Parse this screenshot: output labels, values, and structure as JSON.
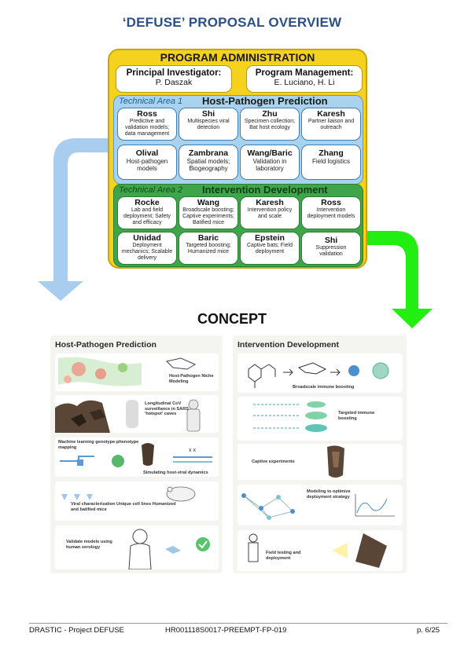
{
  "title": "‘DEFUSE’ PROPOSAL OVERVIEW",
  "org": {
    "heading": "PROGRAM ADMINISTRATION",
    "pi": {
      "role": "Principal Investigator:",
      "name": "P. Daszak"
    },
    "pm": {
      "role": "Program Management:",
      "name": "E. Luciano, H. Li"
    },
    "ta1": {
      "tag": "Technical Area 1",
      "name": "Host-Pathogen Prediction",
      "people": [
        {
          "name": "Ross",
          "desc": "Predictive and validation models; data management"
        },
        {
          "name": "Shi",
          "desc": "Multispecies viral detection"
        },
        {
          "name": "Zhu",
          "desc": "Specimen collection; Bat host ecology"
        },
        {
          "name": "Karesh",
          "desc": "Partner liaison and outreach"
        },
        {
          "name": "Olival",
          "desc": "Host-pathogen models"
        },
        {
          "name": "Zambrana",
          "desc": "Spatial models; Biogeography"
        },
        {
          "name": "Wang/Baric",
          "desc": "Validation in laboratory"
        },
        {
          "name": "Zhang",
          "desc": "Field logistics"
        }
      ]
    },
    "ta2": {
      "tag": "Technical Area 2",
      "name": "Intervention Development",
      "people": [
        {
          "name": "Rocke",
          "desc": "Lab and field deployment; Safety and efficacy"
        },
        {
          "name": "Wang",
          "desc": "Broadscale boosting; Captive experiments; Batified mice"
        },
        {
          "name": "Karesh",
          "desc": "Intervention policy and scale"
        },
        {
          "name": "Ross",
          "desc": "Intervention deployment models"
        },
        {
          "name": "Unidad",
          "desc": "Deployment mechanics; Scalable delivery"
        },
        {
          "name": "Baric",
          "desc": "Targeted boosting; Humanized mice"
        },
        {
          "name": "Epstein",
          "desc": "Captive bats; Field deployment"
        },
        {
          "name": "Shi",
          "desc": "Suppression validation"
        }
      ]
    }
  },
  "concept": {
    "title": "CONCEPT",
    "left": {
      "title": "Host-Pathogen Prediction",
      "captions": [
        "Host-Pathogen Niche Modeling",
        "Longitudinal CoV surveillance in SARS 'hotspot' caves",
        "Machine learning genotype-phenotype mapping",
        "Simulating host-viral dynamics",
        "Viral characterization Unique cell lines Humanized and batified mice",
        "Validate models using human serology"
      ]
    },
    "right": {
      "title": "Intervention Development",
      "captions": [
        "Broadscale immune boosting",
        "Targeted immune boosting",
        "Captive experiments",
        "Modeling to optimize deployment strategy",
        "Field testing and deployment"
      ]
    }
  },
  "footer": {
    "left": "DRASTIC - Project DEFUSE",
    "center": "HR001118S0017-PREEMPT-FP-019",
    "right": "p. 6/25"
  },
  "colors": {
    "title": "#2a4f8a",
    "admin": "#f5d21e",
    "ta1": "#a8d2ee",
    "ta2": "#3fa54a",
    "arrow_blue": "#a9cdee",
    "arrow_green": "#22ee11"
  }
}
